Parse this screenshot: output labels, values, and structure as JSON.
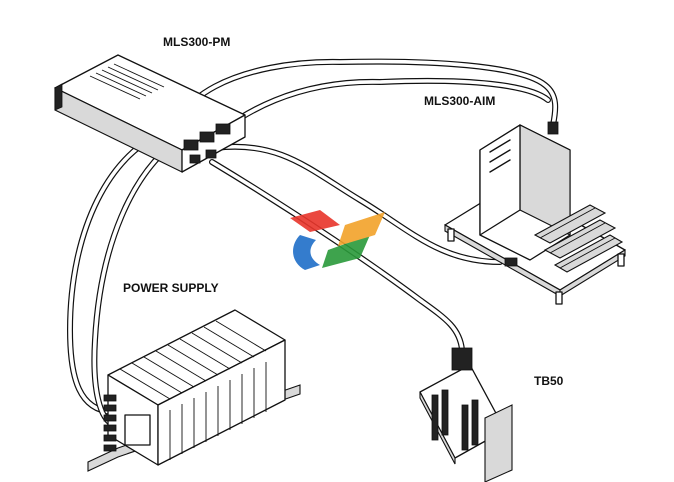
{
  "labels": {
    "pm": "MLS300-PM",
    "aim": "MLS300-AIM",
    "power_supply": "POWER SUPPLY",
    "tb50": "TB50"
  },
  "logo": {
    "colors": [
      "#e8352b",
      "#2a9a3a",
      "#1f6ec8",
      "#f2a22a"
    ]
  }
}
